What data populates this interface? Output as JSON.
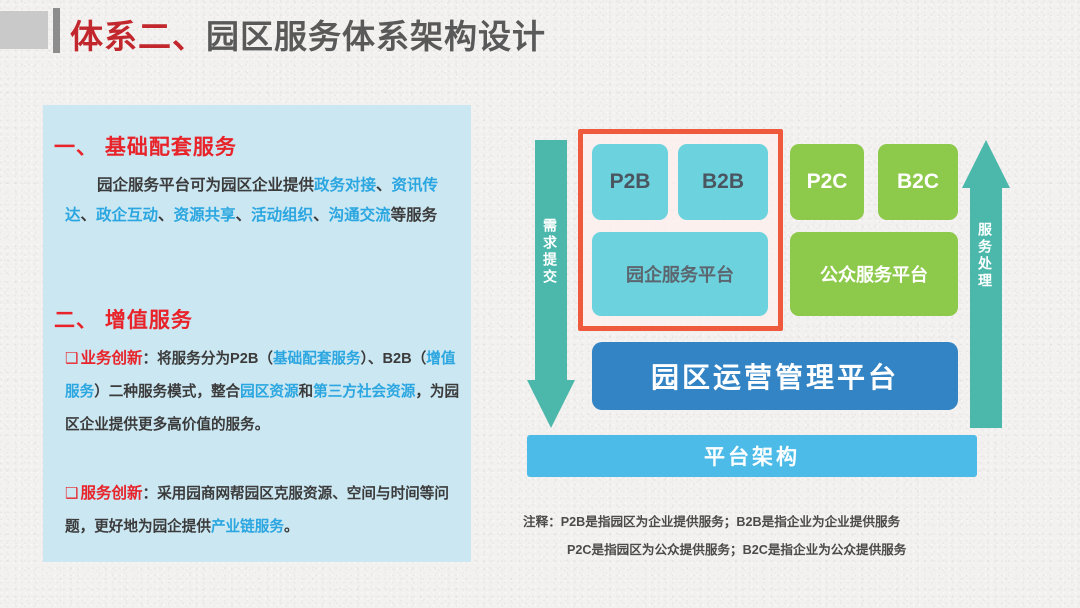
{
  "header": {
    "title_red": "体系二、",
    "title_gray": "园区服务体系架构设计"
  },
  "panel": {
    "section1": {
      "heading": "一、 基础配套服务",
      "body_parts": [
        {
          "text": "园企服务平台可为园区企业提供",
          "color": "dark"
        },
        {
          "text": "政务对接",
          "color": "blue"
        },
        {
          "text": "、",
          "color": "dark"
        },
        {
          "text": "资讯传达",
          "color": "blue"
        },
        {
          "text": "、",
          "color": "dark"
        },
        {
          "text": "政企互动",
          "color": "blue"
        },
        {
          "text": "、",
          "color": "dark"
        },
        {
          "text": "资源共享",
          "color": "blue"
        },
        {
          "text": "、",
          "color": "dark"
        },
        {
          "text": "活动组织",
          "color": "blue"
        },
        {
          "text": "、",
          "color": "dark"
        },
        {
          "text": "沟通交流",
          "color": "blue"
        },
        {
          "text": "等服务",
          "color": "dark"
        }
      ],
      "body_plain": "园企服务平台可为园区企业提供政务对接、资讯传达、政企互动、资源共享、活动组织、沟通交流等服务"
    },
    "section2": {
      "heading": "二、 增值服务",
      "bullets": [
        {
          "marker": "❑",
          "title": "业务创新",
          "colon": "：",
          "text": "将服务分为P2B（基础配套服务）、B2B（增值服务）二种服务模式，整合园区资源和第三方社会资源，为园区企业提供更多高价值的服务。",
          "highlights": [
            "基础配套服务",
            "增值服务",
            "园区资源",
            "第三方社会资源"
          ]
        },
        {
          "marker": "❑",
          "title": "服务创新",
          "colon": "：",
          "text": "采用园商网帮园区克服资源、空间与时间等问题，更好地为园企提供产业链服务。",
          "highlights": [
            "产业链服务"
          ]
        }
      ]
    }
  },
  "diagram": {
    "left_arrow_label": "需求提交",
    "right_arrow_label": "服务处理",
    "boxes": {
      "p2b": "P2B",
      "b2b": "B2B",
      "enterprise_platform": "园企服务平台",
      "p2c": "P2C",
      "b2c": "B2C",
      "public_platform": "公众服务平台",
      "operation_platform": "园区运营管理平台",
      "platform_architecture": "平台架构"
    },
    "note": {
      "label": "注释：",
      "line1": "P2B是指园区为企业提供服务；B2B是指企业为企业提供服务",
      "line2": "P2C是指园区为公众提供服务；B2C是指企业为公众提供服务"
    }
  },
  "colors": {
    "title_red": "#c1272d",
    "title_gray": "#595959",
    "panel_bg": "#cbe7f2",
    "section_red": "#e8232a",
    "highlight_blue": "#2ba6e0",
    "cyan_box": "#6cd3de",
    "green_box": "#8dc94a",
    "blue_box": "#3284c4",
    "light_blue_bar": "#4dbbe8",
    "arrow_teal": "#4cb8ac",
    "red_group_border": "#f05a3c"
  }
}
